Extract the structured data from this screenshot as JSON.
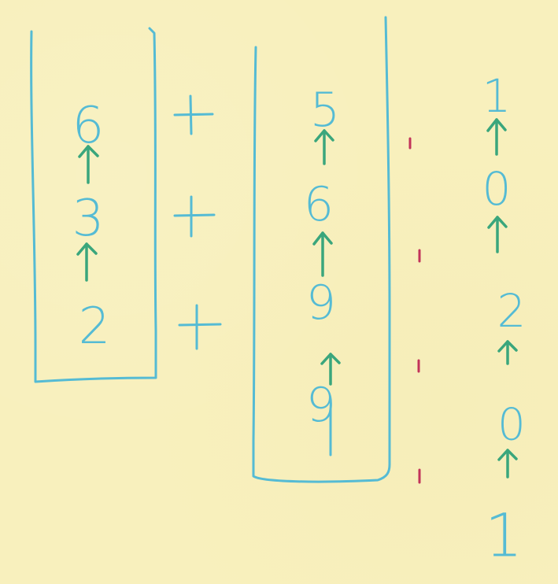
{
  "left_list": {
    "digits": [
      "6",
      "3",
      "2"
    ]
  },
  "operators": {
    "plus_signs": [
      "+",
      "+",
      "+"
    ]
  },
  "middle_list": {
    "digits": [
      "5",
      "6",
      "9",
      "9"
    ]
  },
  "result_list": {
    "digits": [
      "1",
      "0",
      "2",
      "0",
      "1"
    ]
  },
  "colors": {
    "paper": "#f8f0bd",
    "ink_digits": "#55bbd4",
    "arrows": "#3aa67c",
    "carry_ticks": "#c2335a"
  }
}
